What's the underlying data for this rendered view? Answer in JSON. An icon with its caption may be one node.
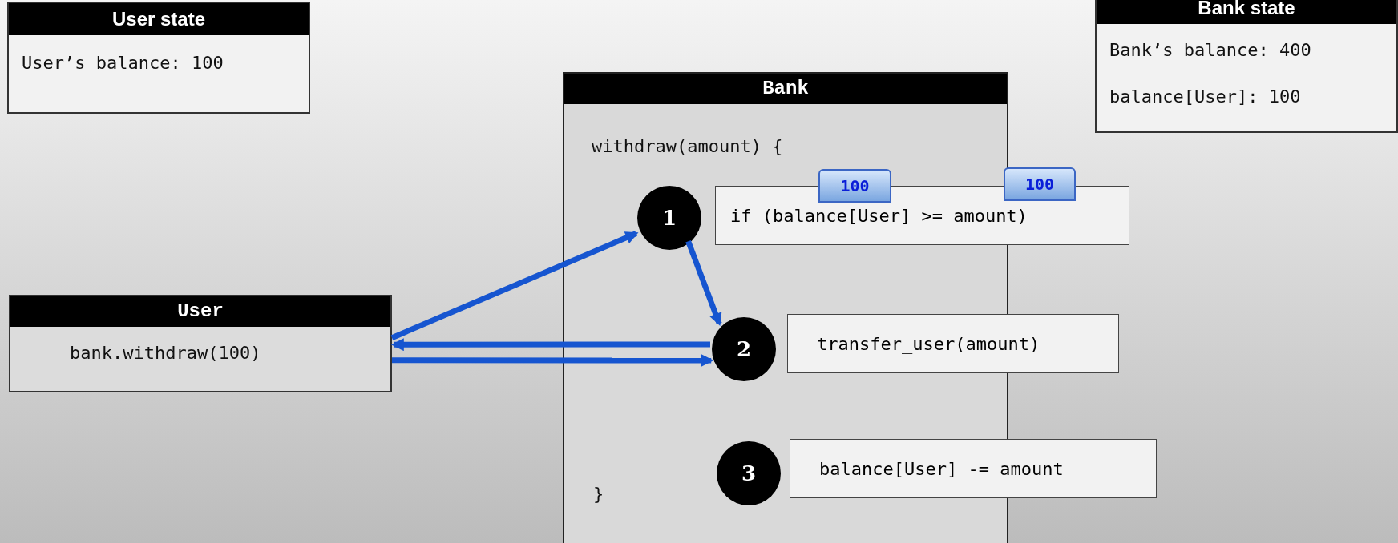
{
  "diagram": {
    "nodes": [
      {
        "text": [
          "User state",
          "User’s balance: 100"
        ]
      },
      {
        "text": [
          "Bank state",
          "Bank’s balance: 400",
          "balance[User]: 100"
        ]
      },
      {
        "text": [
          "Bank",
          "withdraw(amount) {",
          "}"
        ]
      },
      {
        "text": [
          "100"
        ],
        "in": 2
      },
      {
        "text": [
          "100"
        ]
      },
      {
        "text": [
          "1"
        ],
        "in": 2
      },
      {
        "text": [
          "if (balance[User] >= amount)"
        ]
      },
      {
        "text": [
          "2"
        ],
        "in": 2
      },
      {
        "text": [
          "transfer_user(amount)"
        ]
      },
      {
        "text": [
          "3"
        ],
        "in": 2
      },
      {
        "text": [
          "balance[User] -= amount"
        ]
      },
      {
        "text": [
          "User",
          "bank.withdraw(100)"
        ]
      }
    ],
    "edges": [
      {
        "from": 11,
        "to": 5,
        "arrow": "to"
      },
      {
        "from": 5,
        "to": 7,
        "arrow": "to"
      },
      {
        "from": 7,
        "to": 11,
        "arrow": "to"
      },
      {
        "from": 11,
        "to": 7,
        "arrow": "to"
      }
    ]
  }
}
